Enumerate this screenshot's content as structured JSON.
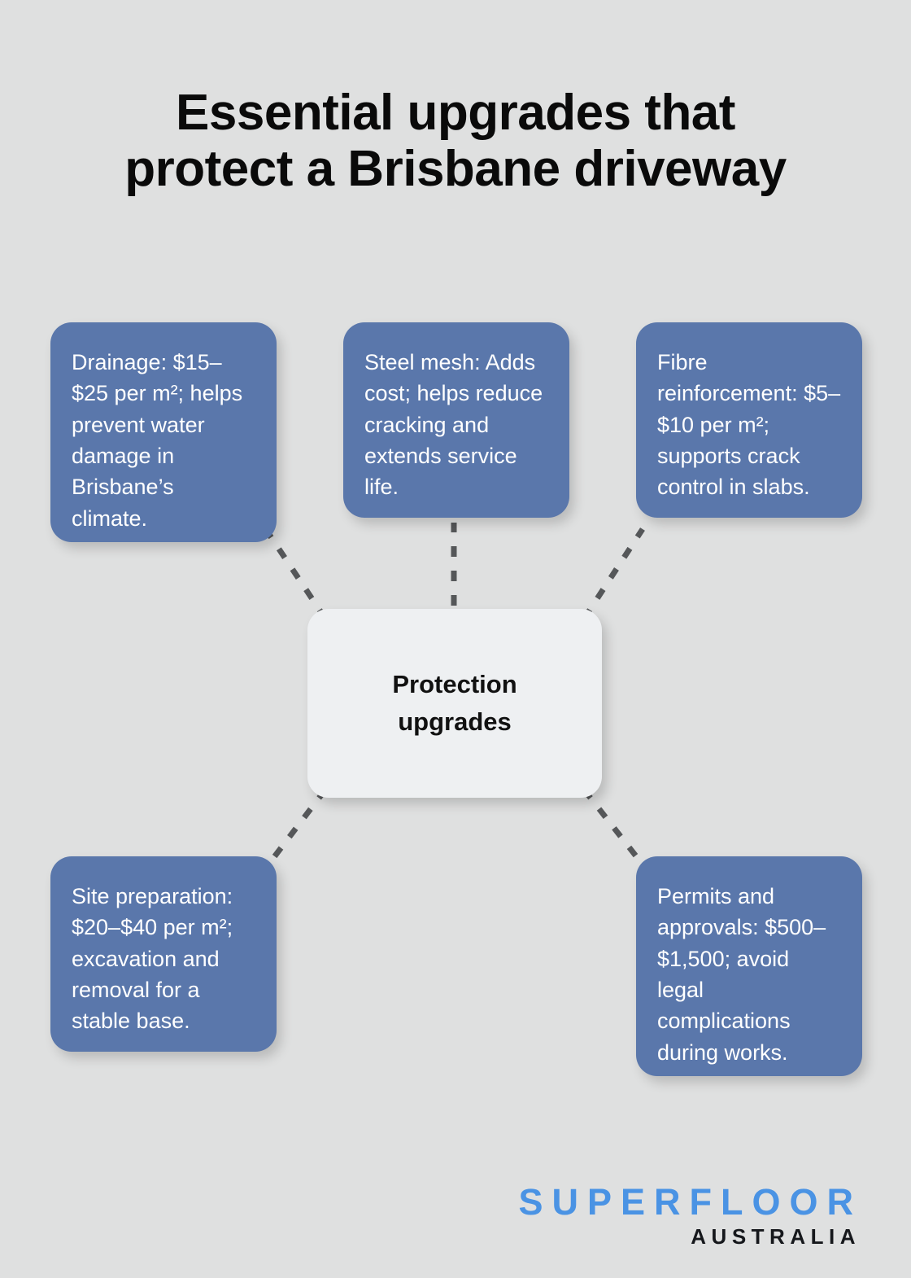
{
  "title": {
    "line1": "Essential upgrades that",
    "line2": "protect a Brisbane driveway"
  },
  "center": {
    "line1": "Protection",
    "line2": "upgrades"
  },
  "nodes": [
    {
      "id": "drainage",
      "text": "Drainage: $15–$25 per m²; helps prevent water damage in Brisbane’s climate."
    },
    {
      "id": "steel-mesh",
      "text": "Steel mesh: Adds cost; helps reduce cracking and extends service life."
    },
    {
      "id": "fibre-reinforcement",
      "text": "Fibre reinforcement: $5–$10 per m²; supports crack control in slabs."
    },
    {
      "id": "site-preparation",
      "text": "Site preparation: $20–$40 per m²; excavation and removal for a stable base."
    },
    {
      "id": "permits-and-approvals",
      "text": "Permits and approvals: $500–$1,500; avoid legal complications during works."
    }
  ],
  "logo": {
    "main": "SUPERFLOOR",
    "sub": "AUSTRALIA"
  },
  "colors": {
    "background": "#dfe0e0",
    "card": "#5a77ab",
    "center_card": "#eef0f2",
    "title_text": "#0a0a0a",
    "card_text": "#ffffff",
    "connector": "#555759",
    "logo_blue": "#4a93e4",
    "logo_dark": "#16181c"
  }
}
